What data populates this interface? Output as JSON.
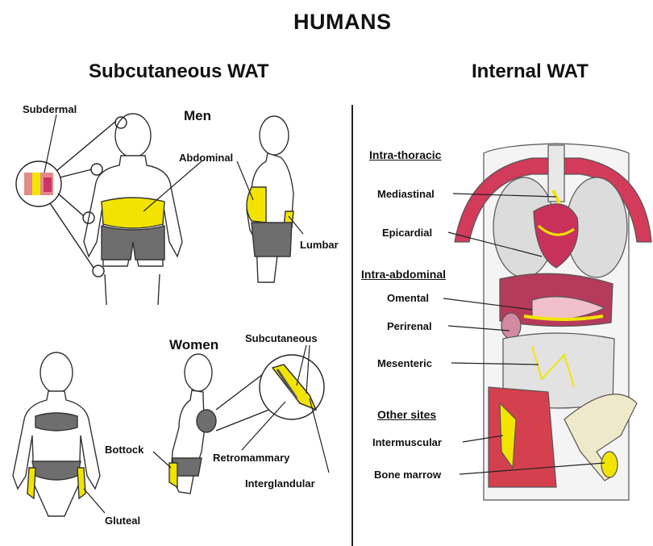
{
  "title": "HUMANS",
  "sections": {
    "subcutaneous": "Subcutaneous WAT",
    "internal": "Internal WAT"
  },
  "men": {
    "heading": "Men",
    "labels": {
      "subdermal": "Subdermal",
      "abdominal": "Abdominal",
      "lumbar": "Lumbar"
    }
  },
  "women": {
    "heading": "Women",
    "labels": {
      "subcutaneous": "Subcutaneous",
      "bottock": "Bottock",
      "retromammary": "Retromammary",
      "interglandular": "Interglandular",
      "gluteal": "Gluteal"
    }
  },
  "internal": {
    "intra_thoracic": {
      "heading": "Intra-thoracic",
      "items": [
        "Mediastinal",
        "Epicardial"
      ]
    },
    "intra_abdominal": {
      "heading": "Intra-abdominal",
      "items": [
        "Omental",
        "Perirenal",
        "Mesenteric"
      ]
    },
    "other_sites": {
      "heading": "Other sites",
      "items": [
        "Intermuscular",
        "Bone marrow"
      ]
    }
  },
  "colors": {
    "fat": "#f2e400",
    "shorts": "#6e6e6e",
    "heart": "#c8325a",
    "lung": "#dcdcdc"
  }
}
